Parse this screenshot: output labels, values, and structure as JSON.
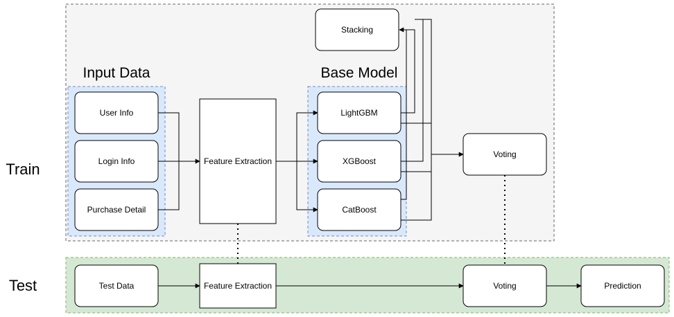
{
  "phases": {
    "train": "Train",
    "test": "Test"
  },
  "groups": {
    "input_data": "Input Data",
    "base_model": "Base Model"
  },
  "nodes": {
    "user_info": "User Info",
    "login_info": "Login Info",
    "purchase_detail": "Purchase Detail",
    "feature_extraction_train": "Feature Extraction",
    "lightgbm": "LightGBM",
    "xgboost": "XGBoost",
    "catboost": "CatBoost",
    "stacking": "Stacking",
    "voting_train": "Voting",
    "test_data": "Test Data",
    "feature_extraction_test": "Feature Extraction",
    "voting_test": "Voting",
    "prediction": "Prediction"
  },
  "colors": {
    "train_region_fill": "#f5f5f5",
    "train_region_border": "#666666",
    "test_region_fill": "#d5e8d4",
    "test_region_border": "#82b366",
    "group_fill": "#dae8fc",
    "group_border": "#6c8ebf",
    "node_border": "#000000",
    "edge": "#000000"
  },
  "icons": [
    "arrowhead"
  ]
}
